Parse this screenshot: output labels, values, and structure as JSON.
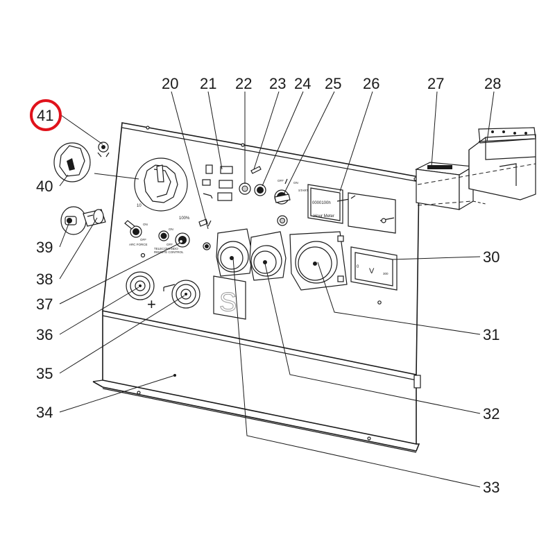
{
  "callouts": {
    "c20": "20",
    "c21": "21",
    "c22": "22",
    "c23": "23",
    "c24": "24",
    "c25": "25",
    "c26": "26",
    "c27": "27",
    "c28": "28",
    "c30": "30",
    "c31": "31",
    "c32": "32",
    "c33": "33",
    "c34": "34",
    "c35": "35",
    "c36": "36",
    "c37": "37",
    "c38": "38",
    "c39": "39",
    "c40": "40",
    "c41": "41"
  },
  "highlight": {
    "part": "41",
    "color": "#e0121b"
  },
  "panel_text": {
    "hour_meter_value": "0000100h",
    "hour_meter_label": "Hour Meter",
    "voltmeter_unit": "V",
    "voltmeter_max": "300",
    "voltmeter_min": "0",
    "knob_min": "10",
    "knob_max": "100%",
    "arc_force_on": "ON",
    "arc_force_off": "OFF",
    "arc_force_label": "ARC FORCE",
    "remote_on": "ON",
    "remote_off": "OFF",
    "remote_label_1": "TELECOMANDO",
    "remote_label_2": "REMOTE CONTROL",
    "key_off": "OFF",
    "key_on": "ON",
    "key_start": "START",
    "plus_sign": "+",
    "minus_sign": "−",
    "logo_letter": "S"
  }
}
